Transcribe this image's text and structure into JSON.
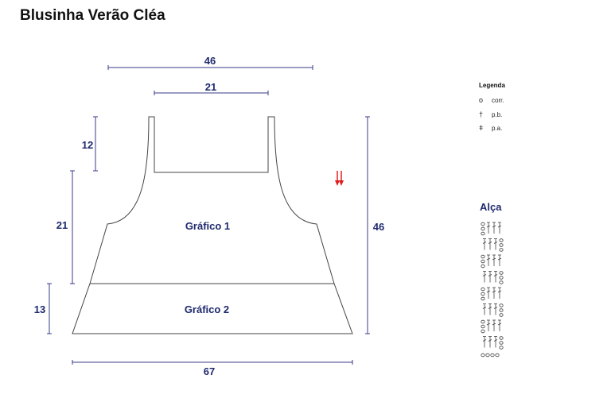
{
  "title": "Blusinha Verão Cléa",
  "dimensions": {
    "top_width": "46",
    "neck_width": "21",
    "strap_height": "12",
    "yoke_height": "21",
    "total_height": "46",
    "bottom_band_height": "13",
    "bottom_width": "67"
  },
  "panels": {
    "upper": "Gráfico 1",
    "lower": "Gráfico 2"
  },
  "colors": {
    "arrow": "#e02020",
    "dimension_text": "#1f2a6e"
  },
  "legend": {
    "title": "Legenda",
    "items": [
      {
        "symbol": "o",
        "label": "corr."
      },
      {
        "symbol": "†",
        "label": "p.b."
      },
      {
        "symbol": "ǂ",
        "label": "p.a."
      }
    ]
  },
  "alca": {
    "title": "Alça"
  }
}
